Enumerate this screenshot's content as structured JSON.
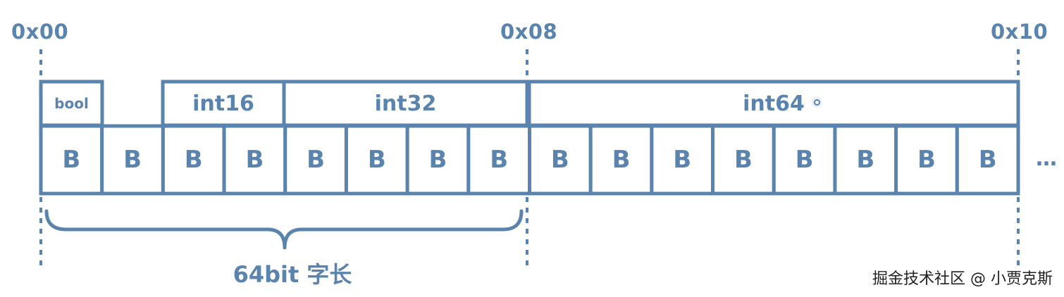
{
  "addresses": {
    "a0": "0x00",
    "a8": "0x08",
    "a16": "0x10"
  },
  "types": {
    "bool": "bool",
    "int16": "int16",
    "int32": "int32",
    "int64": "int64"
  },
  "byte_label": "B",
  "byte_count": 16,
  "ellipsis": "…",
  "word_size_label": "64bit 字长",
  "watermark": "掘金技术社区 @ 小贾克斯",
  "colors": {
    "line": "#5a84ad",
    "text": "#5a84ad",
    "dotted": "#5a84ad",
    "watermark": "#222222"
  }
}
